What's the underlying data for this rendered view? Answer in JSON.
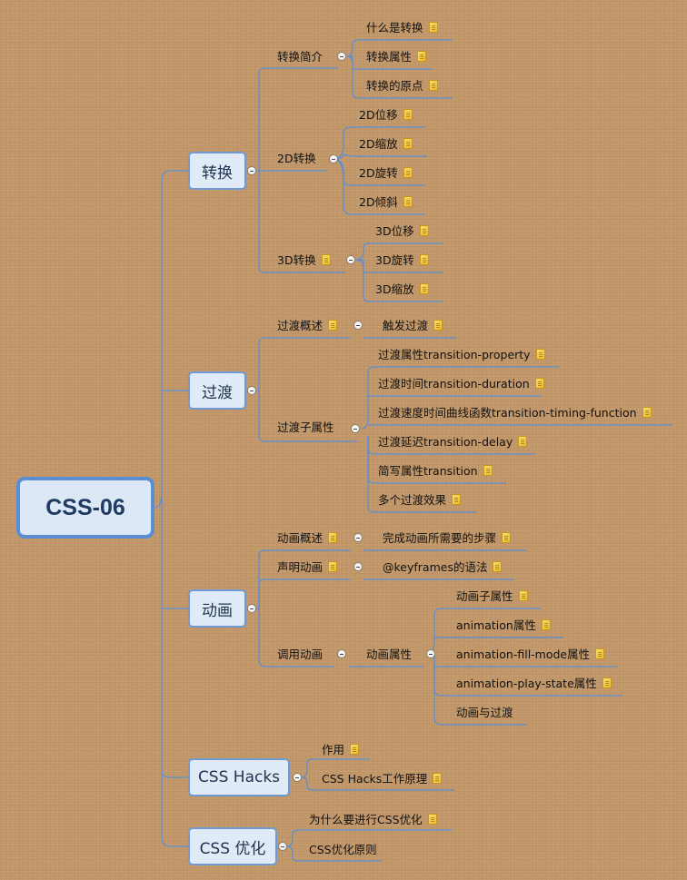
{
  "root": "CSS-06",
  "branches": {
    "transform": "转换",
    "transition": "过渡",
    "animation": "动画",
    "hacks": "CSS Hacks",
    "optimize": "CSS 优化"
  },
  "nodes": {
    "t_intro": "转换简介",
    "t_what": "什么是转换",
    "t_props": "转换属性",
    "t_origin": "转换的原点",
    "t_2d": "2D转换",
    "t_2d_move": "2D位移",
    "t_2d_scale": "2D缩放",
    "t_2d_rotate": "2D旋转",
    "t_2d_skew": "2D倾斜",
    "t_3d": "3D转换",
    "t_3d_move": "3D位移",
    "t_3d_rotate": "3D旋转",
    "t_3d_scale": "3D缩放",
    "tr_overview": "过渡概述",
    "tr_trigger": "触发过渡",
    "tr_sub": "过渡子属性",
    "tr_property": "过渡属性transition-property",
    "tr_duration": "过渡时间transition-duration",
    "tr_timing": "过渡速度时间曲线函数transition-timing-function",
    "tr_delay": "过渡延迟transition-delay",
    "tr_short": "简写属性transition",
    "tr_multi": "多个过渡效果",
    "a_overview": "动画概述",
    "a_steps": "完成动画所需要的步骤",
    "a_declare": "声明动画",
    "a_keyframes": "@keyframes的语法",
    "a_call": "调用动画",
    "a_props": "动画属性",
    "a_sub": "动画子属性",
    "a_anim": "animation属性",
    "a_fill": "animation-fill-mode属性",
    "a_play": "animation-play-state属性",
    "a_vs": "动画与过渡",
    "h_use": "作用",
    "h_principle": "CSS Hacks工作原理",
    "o_why": "为什么要进行CSS优化",
    "o_principle": "CSS优化原则"
  },
  "colors": {
    "background": "#c49a6c",
    "line": "#5b8ed1",
    "root_border": "#5b8ed1",
    "node_fill": "#dce8f5",
    "note": "#f2c94c"
  }
}
